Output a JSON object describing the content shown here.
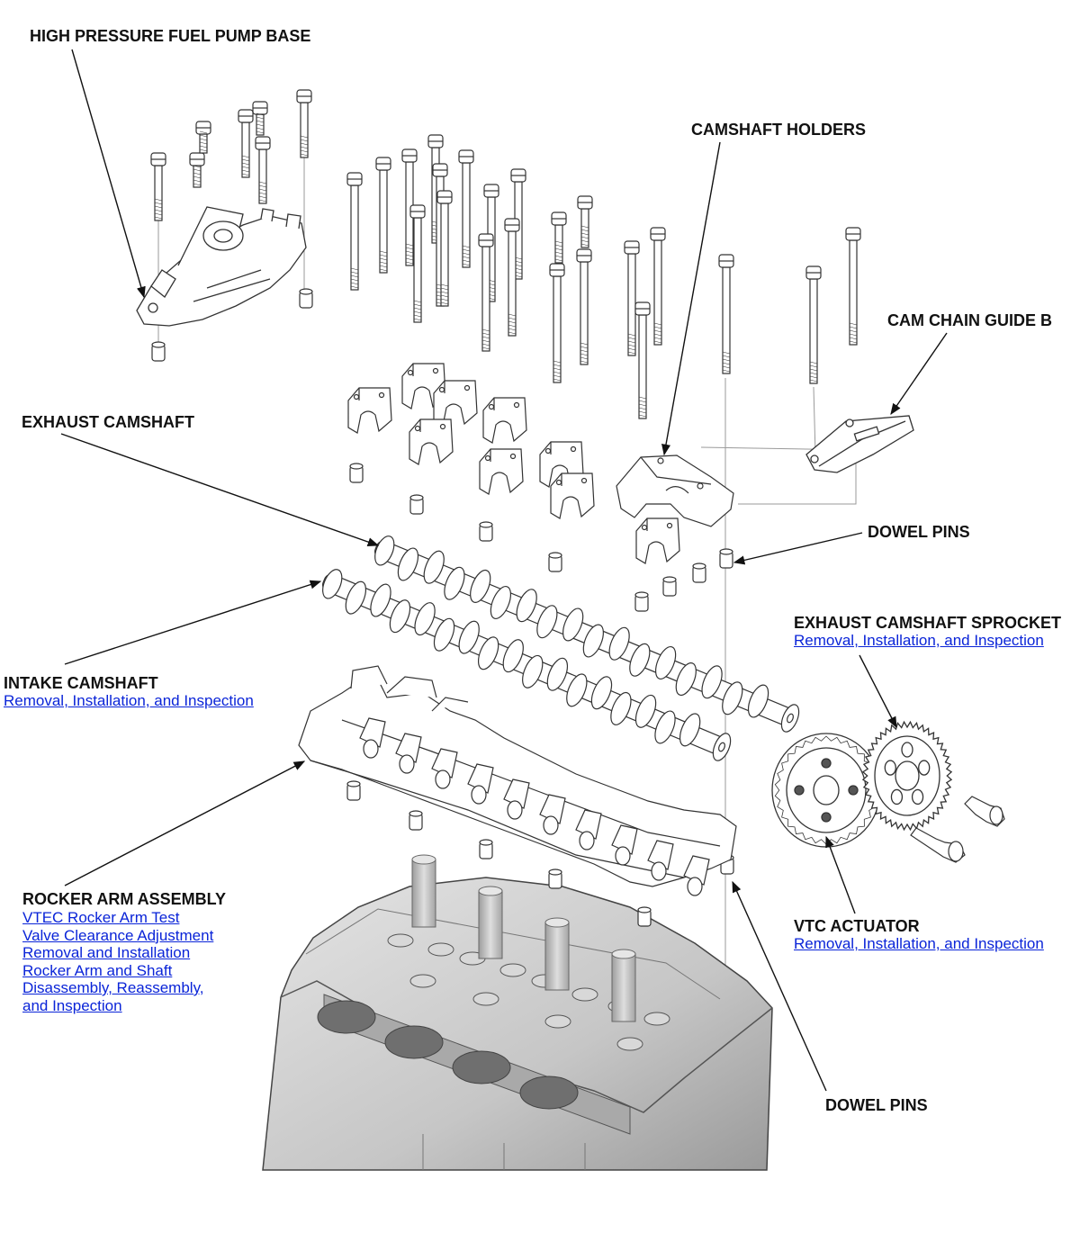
{
  "colors": {
    "line": "#111111",
    "link": "#0a24d8",
    "part_stroke": "#333333",
    "part_fill": "#ffffff",
    "head_fill": "#d2d2d2",
    "head_dark": "#8e8e8e"
  },
  "labels": {
    "fuel_pump_base": "HIGH PRESSURE FUEL PUMP BASE",
    "camshaft_holders": "CAMSHAFT HOLDERS",
    "cam_chain_guide_b": "CAM CHAIN GUIDE B",
    "exhaust_camshaft": "EXHAUST CAMSHAFT",
    "dowel_pins_upper": "DOWEL PINS",
    "exhaust_sprocket": "EXHAUST CAMSHAFT SPROCKET",
    "exhaust_sprocket_link": "Removal, Installation, and Inspection",
    "intake_camshaft": "INTAKE CAMSHAFT",
    "intake_camshaft_link": "Removal, Installation, and Inspection",
    "rocker_arm_assembly": "ROCKER ARM ASSEMBLY",
    "rocker_links": [
      "VTEC Rocker Arm Test",
      "Valve Clearance Adjustment",
      "Removal and Installation",
      "Rocker Arm and Shaft",
      "Disassembly, Reassembly,",
      "and Inspection"
    ],
    "vtc_actuator": "VTC ACTUATOR",
    "vtc_actuator_link": "Removal, Installation, and Inspection",
    "dowel_pins_lower": "DOWEL PINS"
  }
}
